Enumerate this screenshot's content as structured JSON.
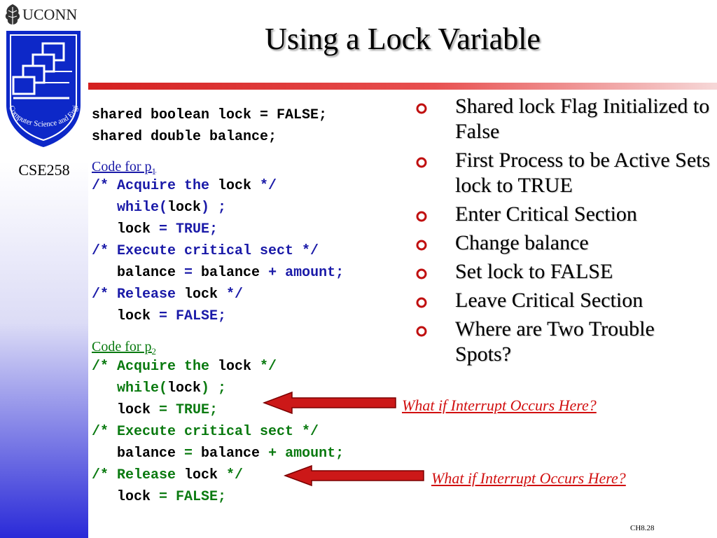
{
  "branding": {
    "uconn_wordmark": "UCONN",
    "seal_text": "Computer Science and Engineering",
    "course": "CSE258"
  },
  "slide": {
    "title": "Using a Lock Variable",
    "number": "CH8.28"
  },
  "shared_decl": {
    "line1": "shared boolean lock = FALSE;",
    "line2": "shared double balance;"
  },
  "p1": {
    "label": "Code for p",
    "sub": "1",
    "acq_c1": "/* Acquire the ",
    "acq_kw": "lock",
    "acq_c2": " */",
    "while_kw": "while(",
    "while_var": "lock",
    "while_end": ") ;",
    "set_var": "lock",
    "set_val": " = TRUE;",
    "exec_c": "/* Execute critical sect */",
    "bal_a": "balance",
    "bal_eq": " = ",
    "bal_b": "balance",
    "bal_op": " + ",
    "bal_c": "amount;",
    "rel_c1": "/* Release ",
    "rel_kw": "lock",
    "rel_c2": " */",
    "unset_var": "lock",
    "unset_val": " = FALSE;"
  },
  "p2": {
    "label": "Code for p",
    "sub": "2",
    "acq_c1": "/* Acquire the ",
    "acq_kw": "lock",
    "acq_c2": " */",
    "while_kw": "while(",
    "while_var": "lock",
    "while_end": ") ;",
    "set_var": "lock",
    "set_val": " = TRUE;",
    "exec_c": "/* Execute critical sect */",
    "bal_a": "balance",
    "bal_eq": " = ",
    "bal_b": "balance",
    "bal_op": " + ",
    "bal_c": "amount;",
    "rel_c1": "/* Release ",
    "rel_kw": "lock",
    "rel_c2": " */",
    "unset_var": "lock",
    "unset_val": " = FALSE;"
  },
  "bullets": [
    "Shared lock Flag Initialized to False",
    "First Process to be Active Sets lock to TRUE",
    "Enter Critical Section",
    "Change balance",
    "Set lock to FALSE",
    "Leave Critical Section",
    "Where are Two Trouble Spots?"
  ],
  "callouts": {
    "first": "What if Interrupt Occurs Here?",
    "second": "What if Interrupt Occurs Here?"
  },
  "colors": {
    "title_rule": "#d42020",
    "keyword_blue": "#1a1aa8",
    "keyword_green": "#0a7a10",
    "callout_red": "#d11010"
  }
}
